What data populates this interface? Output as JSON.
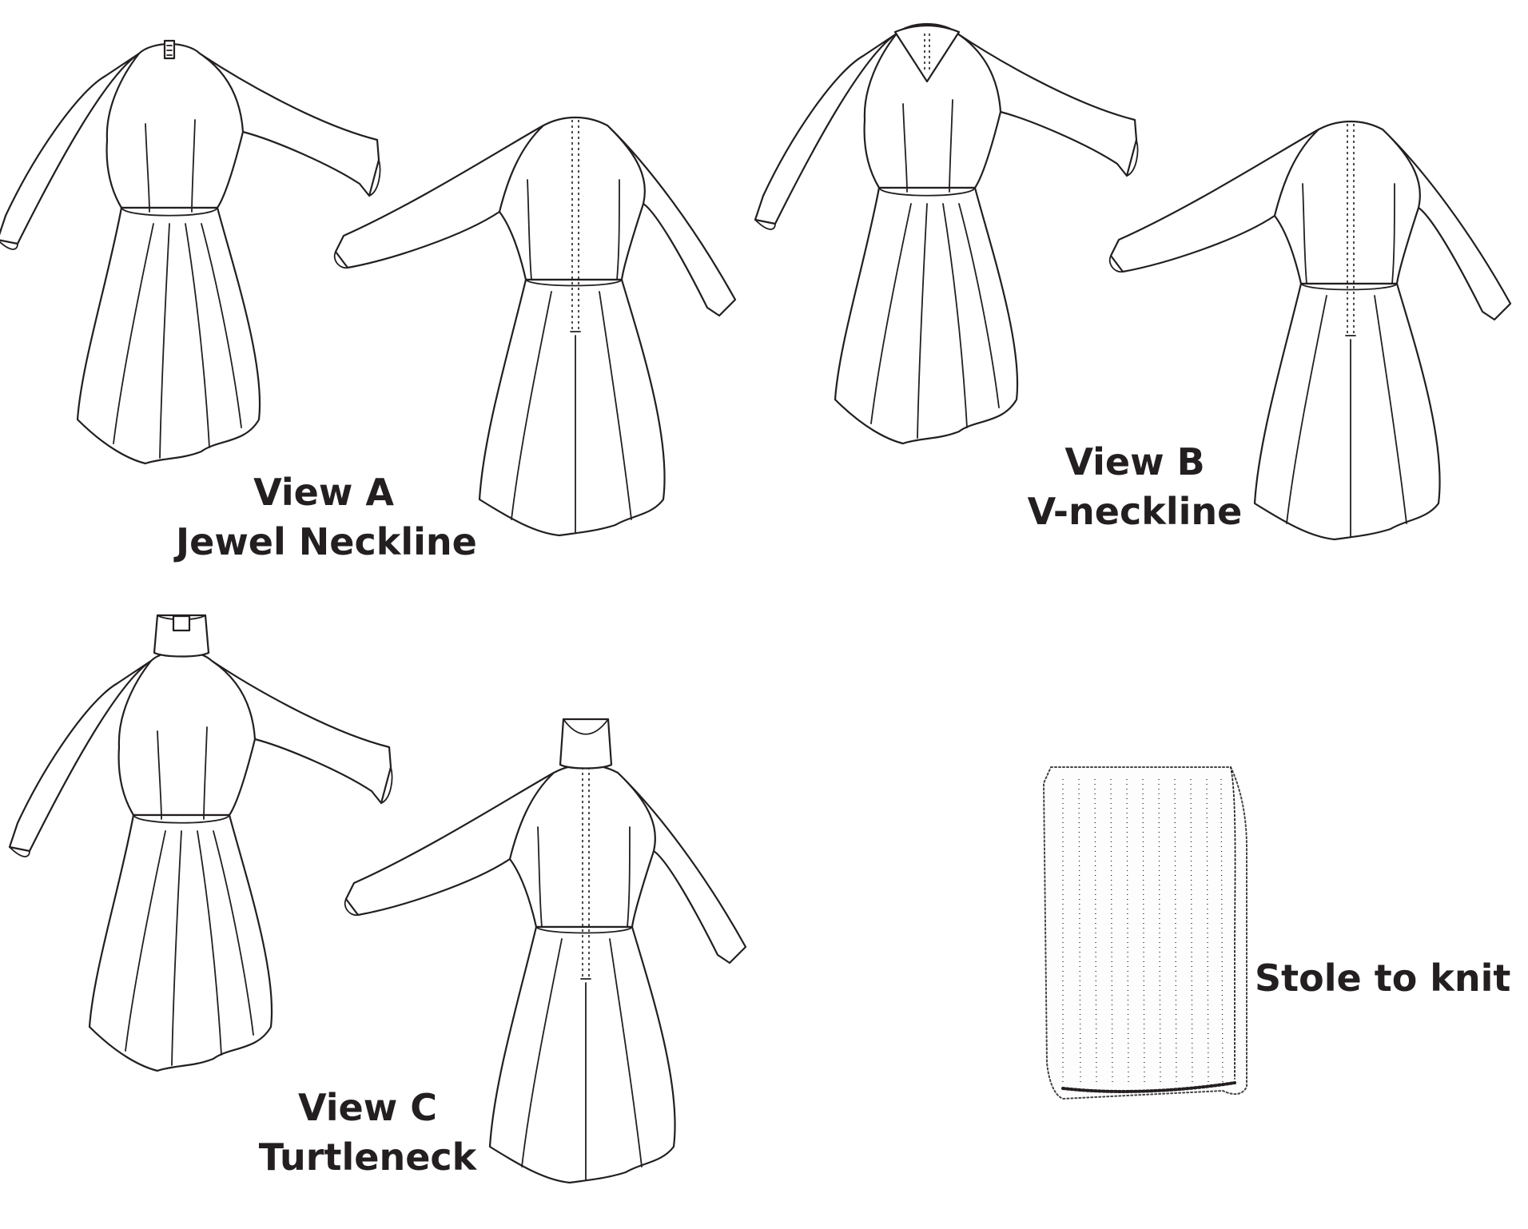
{
  "views": [
    {
      "id": "A",
      "title": "View A",
      "subtitle": "Jewel Neckline"
    },
    {
      "id": "B",
      "title": "View B",
      "subtitle": "V-neckline"
    },
    {
      "id": "C",
      "title": "View C",
      "subtitle": "Turtleneck"
    }
  ],
  "stole": {
    "label": "Stole to knit"
  },
  "colors": {
    "ink": "#231f20",
    "paper": "#ffffff"
  }
}
